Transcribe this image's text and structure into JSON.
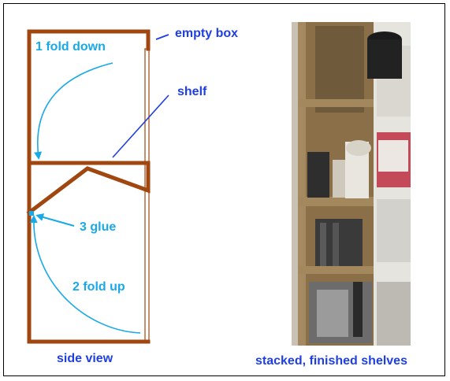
{
  "labels": {
    "empty_box": "empty box",
    "fold_down": "1 fold down",
    "shelf": "shelf",
    "glue": "3 glue",
    "fold_up": "2 fold up",
    "side_view": "side view",
    "stacked": "stacked, finished shelves"
  },
  "colors": {
    "box_outline": "#a0460f",
    "label_blue": "#1f3fe0",
    "label_cyan": "#19a9e8",
    "arrow_cyan": "#19a9e8"
  }
}
